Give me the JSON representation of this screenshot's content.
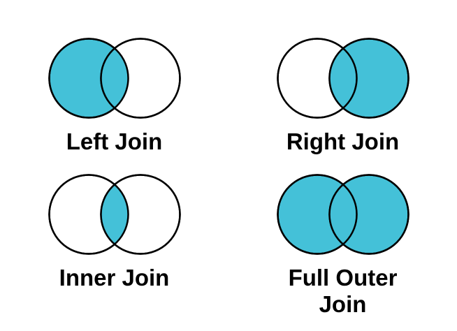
{
  "page": {
    "background": "#FFFFFF"
  },
  "colors": {
    "shade_teal": "#44C1D8",
    "unshaded_white": "#FFFFFF",
    "circle_outline": "#000000",
    "label_text": "#000000"
  },
  "diagrams": [
    {
      "id": "left-join",
      "label": "Left Join",
      "fills": {
        "left": "#44C1D8",
        "right": "#FFFFFF",
        "overlap": "#44C1D8"
      }
    },
    {
      "id": "right-join",
      "label": "Right Join",
      "fills": {
        "left": "#FFFFFF",
        "right": "#44C1D8",
        "overlap": "#44C1D8"
      }
    },
    {
      "id": "inner-join",
      "label": "Inner Join",
      "fills": {
        "left": "#FFFFFF",
        "right": "#FFFFFF",
        "overlap": "#44C1D8"
      }
    },
    {
      "id": "full-outer-join",
      "label": "Full Outer\nJoin",
      "fills": {
        "left": "#44C1D8",
        "right": "#44C1D8",
        "overlap": "#44C1D8"
      }
    }
  ]
}
